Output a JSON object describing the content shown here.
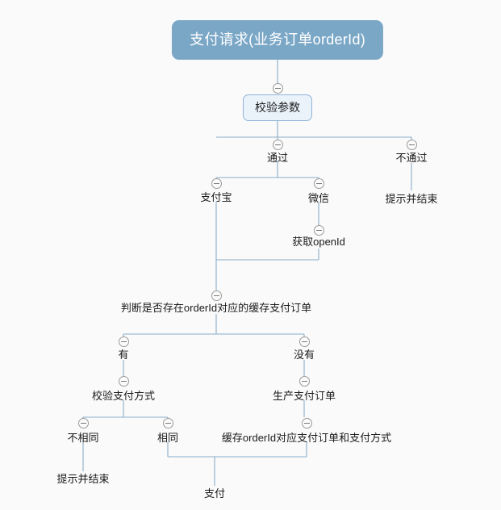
{
  "diagram": {
    "title": "支付请求(业务订单orderId)",
    "background_color": "#fafafa",
    "root_fill_color": "#7ba7c7",
    "box_fill_color": "#eaf2fa",
    "box_border_color": "#8fb4d9",
    "edge_color": "#8aadc9",
    "toggle_icon": "collapse-minus-icon",
    "nodes": {
      "root": "支付请求(业务订单orderId)",
      "validate_params": "校验参数",
      "pass": "通过",
      "fail": "不通过",
      "fail_end": "提示并结束",
      "alipay": "支付宝",
      "wechat": "微信",
      "get_openid": "获取openId",
      "check_cache": "判断是否存在orderId对应的缓存支付订单",
      "has_cache": "有",
      "no_cache": "没有",
      "verify_pay_method": "校验支付方式",
      "create_pay_order": "生产支付订单",
      "not_same": "不相同",
      "same": "相同",
      "not_same_end": "提示并结束",
      "cache_order": "缓存orderId对应支付订单和支付方式",
      "pay": "支付"
    }
  }
}
